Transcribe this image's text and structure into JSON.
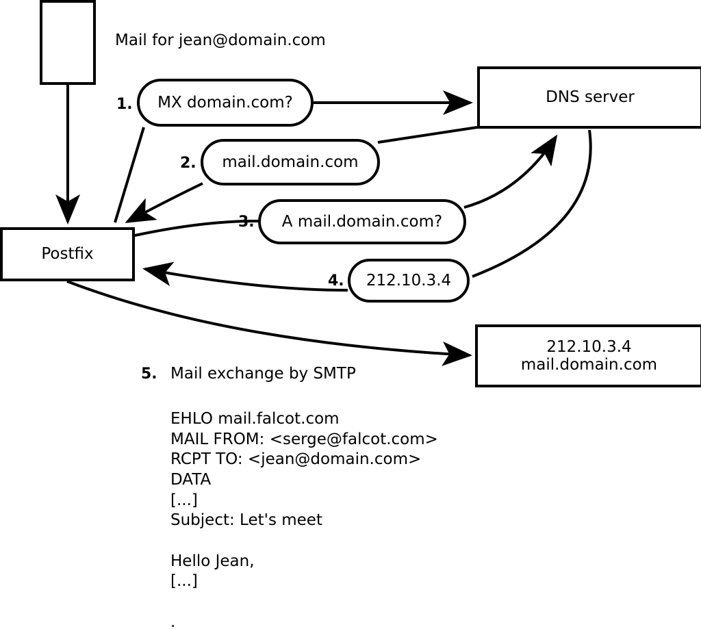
{
  "title_label": "Mail for jean@domain.com",
  "nodes": {
    "source": {
      "name": "source-box",
      "label": ""
    },
    "postfix": {
      "label": "Postfix"
    },
    "dns": {
      "label": "DNS server"
    },
    "target": {
      "line1": "212.10.3.4",
      "line2": "mail.domain.com"
    }
  },
  "steps": [
    {
      "num": "1.",
      "bubble": "MX domain.com?"
    },
    {
      "num": "2.",
      "bubble": "mail.domain.com"
    },
    {
      "num": "3.",
      "bubble": "A mail.domain.com?"
    },
    {
      "num": "4.",
      "bubble": "212.10.3.4"
    },
    {
      "num": "5.",
      "label": "Mail exchange by SMTP"
    }
  ],
  "smtp_transcript": "EHLO mail.falcot.com\nMAIL FROM: <serge@falcot.com>\nRCPT TO: <jean@domain.com>\nDATA\n[...]\nSubject: Let's meet\n\nHello Jean,\n[...]\n\n.",
  "colors": {
    "stroke": "#000000",
    "background": "#ffffff"
  }
}
